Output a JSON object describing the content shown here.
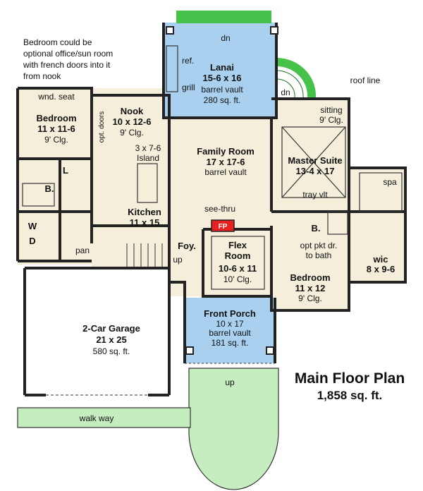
{
  "title": "Main Floor Plan",
  "total_area": "1,858 sq. ft.",
  "note": {
    "line1": "Bedroom could be",
    "line2": "optional office/sun room",
    "line3": "with french doors into it",
    "line4": "from nook"
  },
  "rooms": {
    "lanai": {
      "name": "Lanai",
      "size": "15-6 x 16",
      "detail": "barrel vault",
      "area": "280 sq. ft."
    },
    "bedroom1": {
      "name": "Bedroom",
      "size": "11 x 11-6",
      "detail": "9' Clg."
    },
    "nook": {
      "name": "Nook",
      "size": "10 x 12-6",
      "detail": "9' Clg."
    },
    "family": {
      "name": "Family Room",
      "size": "17 x 17-6",
      "detail": "barrel vault"
    },
    "master": {
      "name": "Master Suite",
      "size": "13-4 x 17",
      "detail": "tray vlt"
    },
    "kitchen": {
      "name": "Kitchen",
      "size": "11 x 15",
      "island": "3 x 7-6",
      "island_label": "Island"
    },
    "flex": {
      "name": "Flex",
      "name2": "Room",
      "size": "10-6 x 11",
      "detail": "10' Clg."
    },
    "bedroom2": {
      "name": "Bedroom",
      "size": "11 x 12",
      "detail": "9' Clg."
    },
    "wic": {
      "name": "wic",
      "size": "8 x 9-6"
    },
    "garage": {
      "name": "2-Car Garage",
      "size": "21 x 25",
      "area": "580 sq. ft."
    },
    "porch": {
      "name": "Front Porch",
      "size": "10 x 17",
      "detail": "barrel vault",
      "area": "181 sq. ft."
    }
  },
  "labels": {
    "dn_top": "dn",
    "dn_steps": "dn",
    "ref": "ref.",
    "grill": "grill",
    "roof_line": "roof line",
    "sitting": "sitting",
    "sitting_clg": "9' Clg.",
    "wnd_seat": "wnd. seat",
    "opt_doors": "opt. doors",
    "spa": "spa",
    "see_thru": "see-thru",
    "fp": "FP",
    "foy": "Foy.",
    "up_foyer": "up",
    "up_porch": "up",
    "opt_pkt_dr": "opt pkt dr.",
    "to_bath": "to bath",
    "bath_b": "B.",
    "bath_b2": "B.",
    "l": "L",
    "w": "W",
    "d": "D",
    "pan": "pan",
    "walk_way": "walk way"
  },
  "colors": {
    "lanai_blue": "#a9d1ef",
    "porch_blue": "#a9d1ef",
    "floor_beige": "#f4eedb",
    "green": "#46c24a",
    "lawn_green": "#c6edc0",
    "fp_red": "#e8201f",
    "garage_white": "#ffffff"
  }
}
